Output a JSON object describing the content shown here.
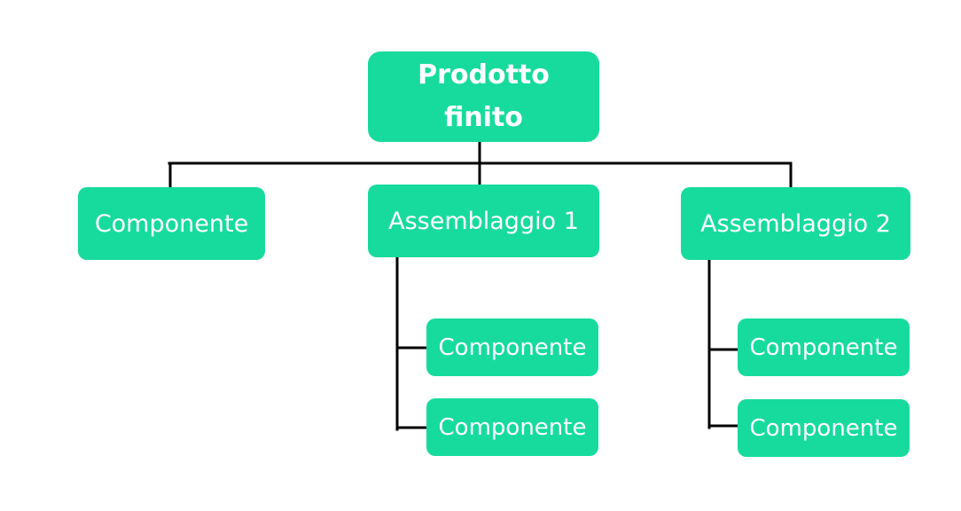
{
  "colors": {
    "node_fill": "#17db9d",
    "node_text": "#ffffff",
    "connector": "#000000",
    "background": "#ffffff"
  },
  "root": {
    "label": "Prodotto finito"
  },
  "children": [
    {
      "label": "Componente",
      "children": []
    },
    {
      "label": "Assemblaggio 1",
      "children": [
        {
          "label": "Componente"
        },
        {
          "label": "Componente"
        }
      ]
    },
    {
      "label": "Assemblaggio 2",
      "children": [
        {
          "label": "Componente"
        },
        {
          "label": "Componente"
        }
      ]
    }
  ]
}
